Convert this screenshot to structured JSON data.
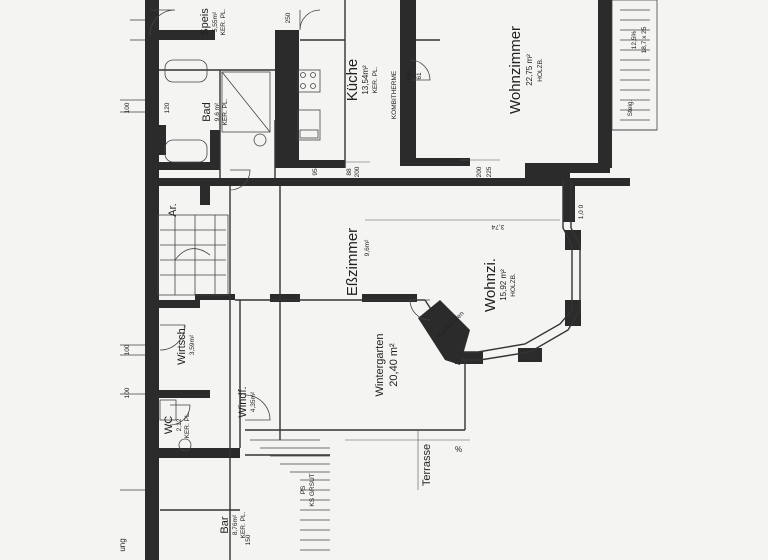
{
  "rooms": {
    "wohnzimmer": {
      "name": "Wohnzimmer",
      "area": "22,75 m²",
      "floor": "HOLZB."
    },
    "kueche": {
      "name": "Küche",
      "area": "13,54m²",
      "floor": "KER. PL."
    },
    "kombitherme": "KOMBITHERME",
    "speis": {
      "name": "Speis",
      "area": "5,55m²",
      "floor": "KER. PL."
    },
    "bad": {
      "name": "Bad",
      "area": "9,6 m²",
      "floor": "KER. PL."
    },
    "ar": {
      "name": "Ar."
    },
    "esszimmer": {
      "name": "Eßzimmer",
      "area": "9,6m²"
    },
    "wohnzi": {
      "name": "Wohnzi.",
      "area": "15,92 m²",
      "floor": "HOLZB."
    },
    "wintergarten": {
      "name": "Wintergarten",
      "area": "20,40 m²"
    },
    "kachelofen": "Kachel-ofen",
    "wirtsch": {
      "name": "Wirtsch.",
      "area": "3,59m²"
    },
    "wc": {
      "name": "WC",
      "area": "2,12",
      "floor": "KER. PL."
    },
    "windf": {
      "name": "Windf.",
      "area": "4,35m²"
    },
    "bar": {
      "name": "Bar",
      "area": "8,76m²",
      "floor": "KER. PL."
    },
    "terrasse": "Terrasse",
    "stair_note": "KS GRSUT",
    "ps": "PS"
  },
  "dimensions": {
    "d200": "200",
    "d225": "225",
    "d88": "88",
    "d200b": "200",
    "d95": "95",
    "d374": "3,74",
    "d1000": "1,0 0",
    "d120": "120",
    "d100a": "100",
    "d100b": "100",
    "d100c": "100",
    "d190": "190",
    "d61": "61",
    "d150": "150",
    "d250": "250",
    "percent": "%",
    "stair_right_a": "12,5%",
    "stair_right_b": "18,7 x 25",
    "stair_side": "Steig.",
    "ung": "ung"
  }
}
